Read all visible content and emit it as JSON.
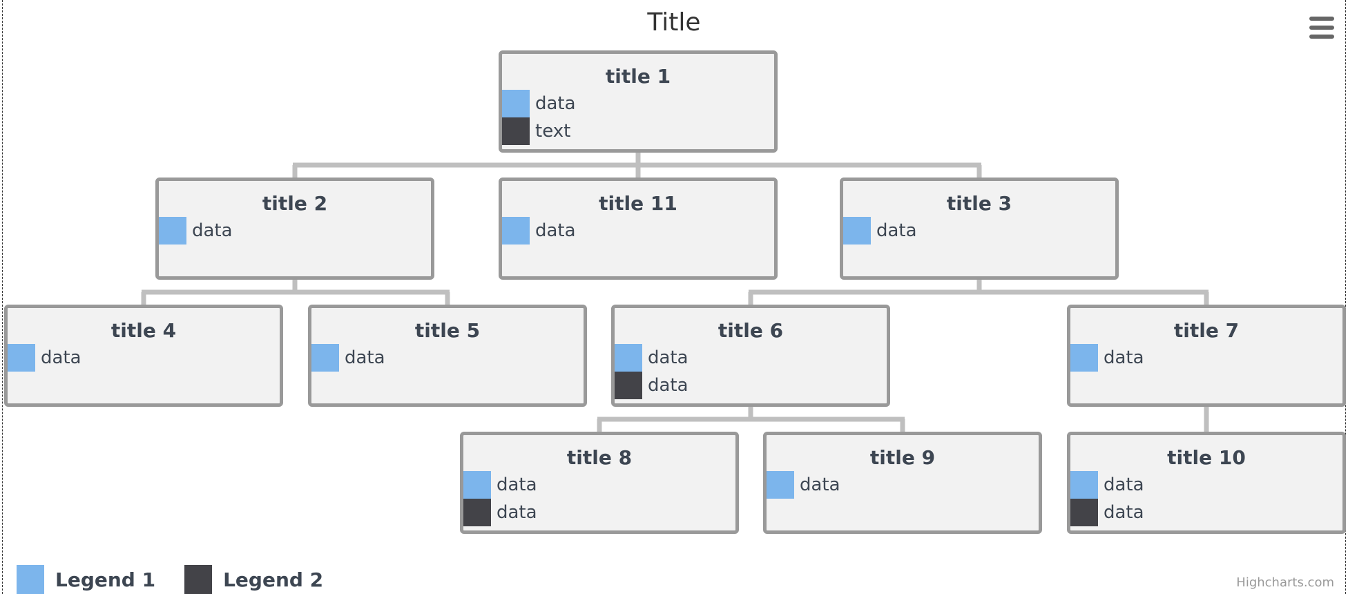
{
  "chart_data": {
    "type": "organization",
    "title": "Title",
    "series_colors": {
      "Legend 1": "#7cb5ec",
      "Legend 2": "#434348"
    },
    "nodes": [
      {
        "id": "title 1",
        "title": "title 1",
        "rows": [
          {
            "label": "data",
            "series": "Legend 1"
          },
          {
            "label": "text",
            "series": "Legend 2"
          }
        ]
      },
      {
        "id": "title 2",
        "title": "title 2",
        "parent": "title 1",
        "rows": [
          {
            "label": "data",
            "series": "Legend 1"
          }
        ]
      },
      {
        "id": "title 11",
        "title": "title 11",
        "parent": "title 1",
        "rows": [
          {
            "label": "data",
            "series": "Legend 1"
          }
        ]
      },
      {
        "id": "title 3",
        "title": "title 3",
        "parent": "title 1",
        "rows": [
          {
            "label": "data",
            "series": "Legend 1"
          }
        ]
      },
      {
        "id": "title 4",
        "title": "title 4",
        "parent": "title 2",
        "rows": [
          {
            "label": "data",
            "series": "Legend 1"
          }
        ]
      },
      {
        "id": "title 5",
        "title": "title 5",
        "parent": "title 2",
        "rows": [
          {
            "label": "data",
            "series": "Legend 1"
          }
        ]
      },
      {
        "id": "title 6",
        "title": "title 6",
        "parent": "title 3",
        "rows": [
          {
            "label": "data",
            "series": "Legend 1"
          },
          {
            "label": "data",
            "series": "Legend 2"
          }
        ]
      },
      {
        "id": "title 7",
        "title": "title 7",
        "parent": "title 3",
        "rows": [
          {
            "label": "data",
            "series": "Legend 1"
          }
        ]
      },
      {
        "id": "title 8",
        "title": "title 8",
        "parent": "title 6",
        "rows": [
          {
            "label": "data",
            "series": "Legend 1"
          },
          {
            "label": "data",
            "series": "Legend 2"
          }
        ]
      },
      {
        "id": "title 9",
        "title": "title 9",
        "parent": "title 6",
        "rows": [
          {
            "label": "data",
            "series": "Legend 1"
          }
        ]
      },
      {
        "id": "title 10",
        "title": "title 10",
        "parent": "title 7",
        "rows": [
          {
            "label": "data",
            "series": "Legend 1"
          },
          {
            "label": "data",
            "series": "Legend 2"
          }
        ]
      }
    ],
    "legend": [
      {
        "name": "Legend 1",
        "color": "#7cb5ec"
      },
      {
        "name": "Legend 2",
        "color": "#434348"
      }
    ],
    "legend_position": "bottom-left"
  },
  "menu": {
    "icon": "hamburger-menu-icon"
  },
  "credits": "Highcharts.com",
  "colors": {
    "node_fill": "#f2f2f2",
    "node_border": "#999999",
    "connector": "#bfbfbf",
    "text": "#3d4652"
  }
}
